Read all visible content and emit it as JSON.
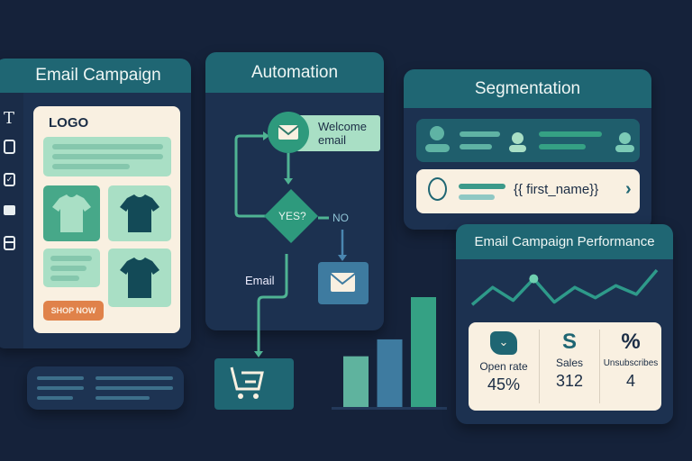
{
  "email_campaign": {
    "title": "Email Campaign",
    "logo": "LOGO",
    "cta": "SHOP NOW",
    "tool_icons": [
      "text-icon",
      "image-icon",
      "checkbox-icon",
      "button-block-icon",
      "layout-icon"
    ]
  },
  "automation": {
    "title": "Automation",
    "welcome_label_line1": "Welcome",
    "welcome_label_line2": "email",
    "decision": "YES?",
    "no_label": "NO",
    "email_label": "Email"
  },
  "segmentation": {
    "title": "Segmentation",
    "token": "{{ first_name}}"
  },
  "performance": {
    "title": "Email Campaign Performance",
    "stats": [
      {
        "label": "Open rate",
        "value": "45%",
        "icon": "clock-tag-icon"
      },
      {
        "label": "Sales",
        "value": "312",
        "icon": "S"
      },
      {
        "label": "Unsubscribes",
        "value": "4",
        "icon": "%"
      }
    ]
  },
  "chart_data": [
    {
      "type": "bar",
      "values": [
        3,
        4,
        6.5
      ],
      "colors": [
        "#5fb39e",
        "#3e7ba0",
        "#35a184"
      ]
    },
    {
      "type": "line",
      "values": [
        1,
        3,
        1.5,
        4,
        1.3,
        3,
        1.8,
        3.2,
        2.2,
        5
      ],
      "highlight_index": 3,
      "color": "#2e9a8a"
    }
  ],
  "colors": {
    "background": "#15223a",
    "panel": "#1c3150",
    "header": "#1f6673",
    "cream": "#f9f0e1",
    "mint": "#a9dfc5",
    "accent_orange": "#e0824a"
  }
}
